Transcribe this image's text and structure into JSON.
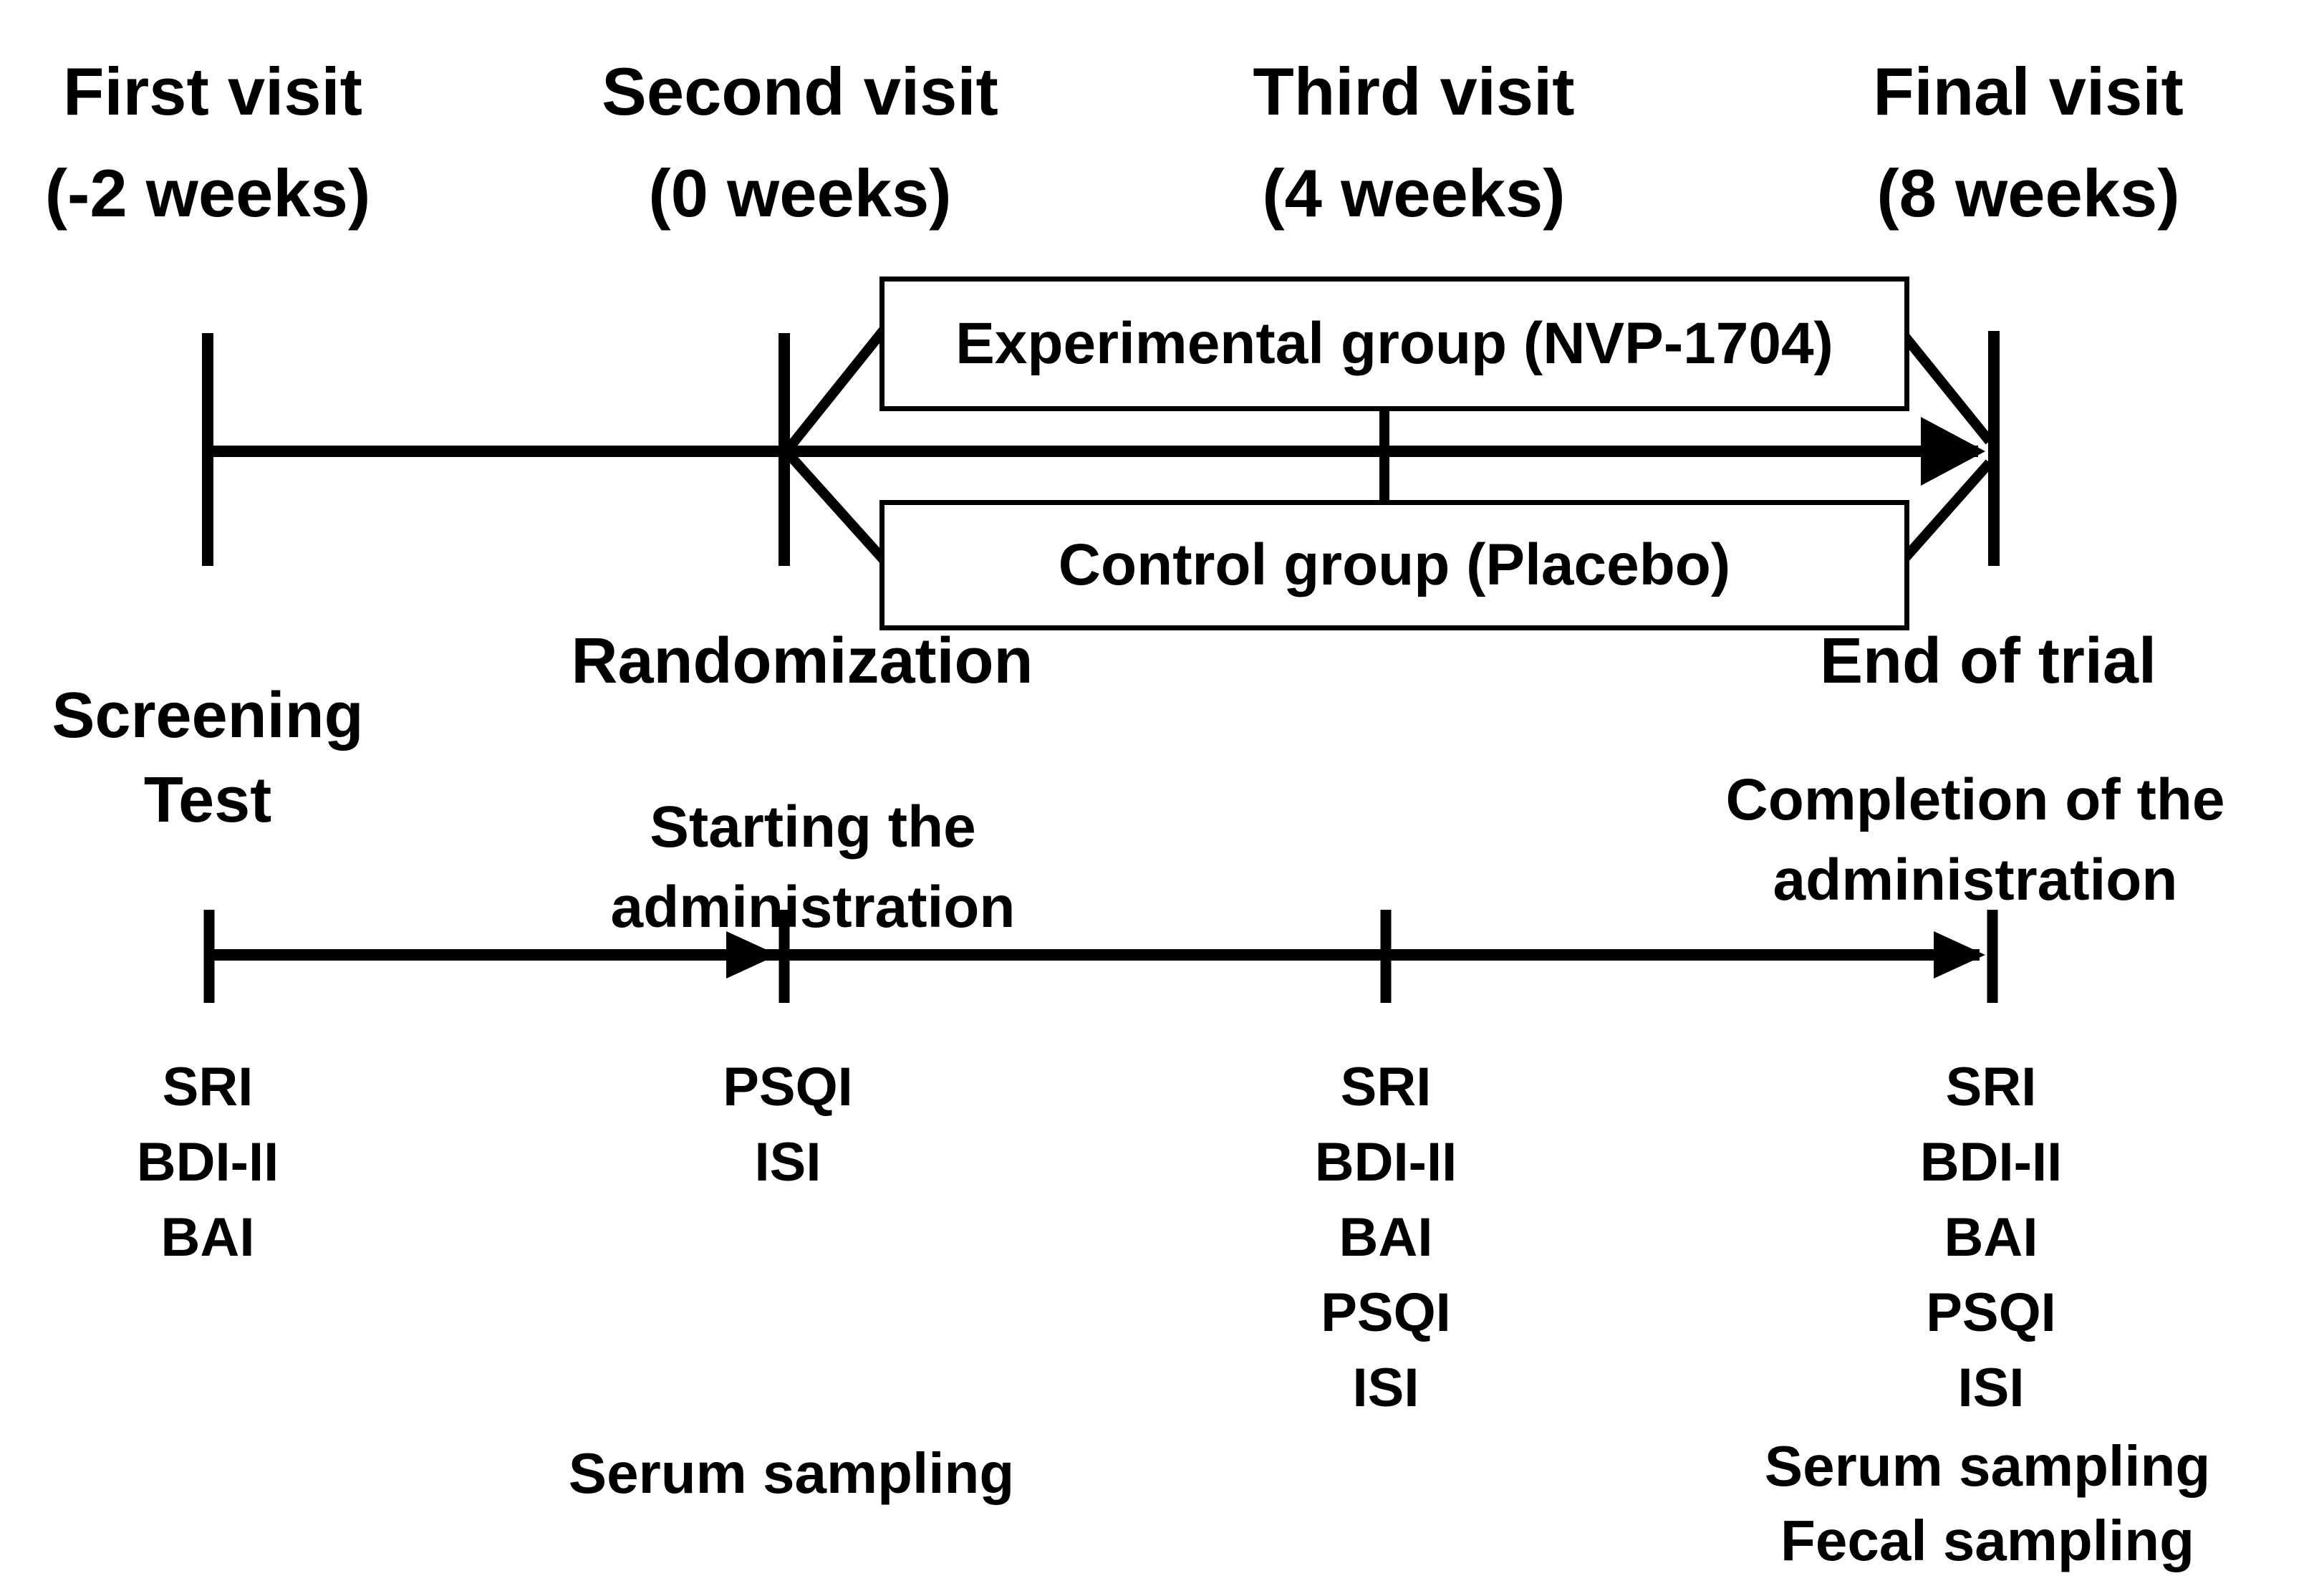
{
  "diagram": {
    "visits": [
      {
        "title": "First visit",
        "week": "(-2 weeks)"
      },
      {
        "title": "Second visit",
        "week": "(0 weeks)"
      },
      {
        "title": "Third visit",
        "week": "(4 weeks)"
      },
      {
        "title": "Final visit",
        "week": "(8 weeks)"
      }
    ],
    "groups": {
      "experimental": "Experimental group (NVP-1704)",
      "control": "Control group (Placebo)"
    },
    "milestones": {
      "randomization": "Randomization",
      "end_of_trial": "End of trial",
      "screening_line1": "Screening",
      "screening_line2": "Test",
      "starting_line1": "Starting the",
      "starting_line2": "administration",
      "completion_line1": "Completion of the",
      "completion_line2": "administration"
    },
    "assessments": {
      "first_visit": [
        "SRI",
        "BDI-II",
        "BAI"
      ],
      "second_visit": [
        "PSQI",
        "ISI"
      ],
      "third_visit": [
        "SRI",
        "BDI-II",
        "BAI",
        "PSQI",
        "ISI"
      ],
      "final_visit": [
        "SRI",
        "BDI-II",
        "BAI",
        "PSQI",
        "ISI"
      ]
    },
    "sampling": {
      "second_visit_line1": "Serum sampling",
      "final_visit_line1": "Serum sampling",
      "final_visit_line2": "Fecal sampling"
    },
    "colors": {
      "ink": "#000000",
      "background": "#ffffff"
    }
  }
}
